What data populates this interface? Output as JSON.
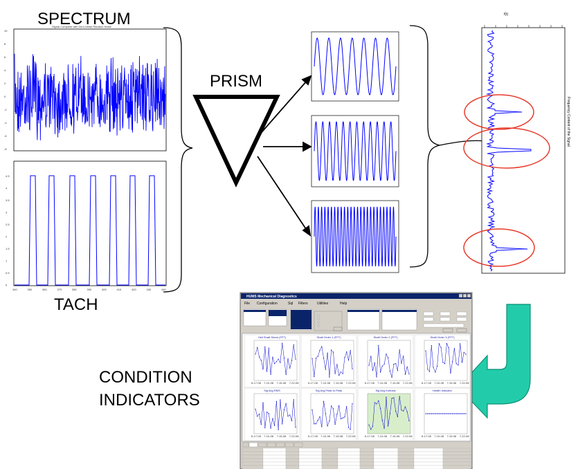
{
  "labels": {
    "spectrum": "SPECTRUM",
    "prism": "PRISM",
    "tach": "TACH",
    "condition_line1": "CONDITION",
    "condition_line2": "INDICATORS"
  },
  "spectrum_plot": {
    "title": "Signal Complete with Zero-Mean Random Noise",
    "y_ticks": [
      "10",
      "8",
      "6",
      "4",
      "2",
      "0",
      "-2",
      "-4",
      "-6",
      "-8"
    ]
  },
  "tach_plot": {
    "y_ticks": [
      "4.5",
      "4",
      "3.5",
      "3",
      "2.5",
      "2",
      "1.5",
      "1",
      "0.5",
      "0"
    ],
    "x_ticks": [
      "340",
      "350",
      "360",
      "370",
      "380",
      "390",
      "400",
      "410",
      "420",
      "430",
      "440"
    ]
  },
  "freq_plot": {
    "axis_label": "Frequency Content of the Signal",
    "top_label": "f(t)"
  },
  "software": {
    "window_title": "HUMS Mechanical Diagnostics",
    "menu": [
      "File",
      "Configuration",
      "Sql",
      "Filters",
      "Utilities",
      "Help"
    ],
    "panels_top": [
      {
        "title": "Hell Shaft Shear (FFT)"
      },
      {
        "title": "Shaft Order 1 (FFT)"
      },
      {
        "title": "Shaft Order 2 (FFT)"
      },
      {
        "title": "Shaft Order 3 (FFT)"
      }
    ],
    "panels_bottom": [
      {
        "title": "Sig Avg RMS"
      },
      {
        "title": "Sig Avg Peak to Peak"
      },
      {
        "title": "Sig Avg Kurtosis"
      },
      {
        "title": "Health Indicator"
      }
    ],
    "x_ticks": [
      "6-17-08",
      "7-10-08",
      "7-15-08",
      "7-22-08"
    ],
    "accent": "#0a246a",
    "highlight_panel": "#d8eecb"
  },
  "colors": {
    "signal": "#0000ff",
    "ellipse": "#e83a2a",
    "arrow_fill": "#22ccaa",
    "arrow_stroke": "#0a8f73"
  }
}
